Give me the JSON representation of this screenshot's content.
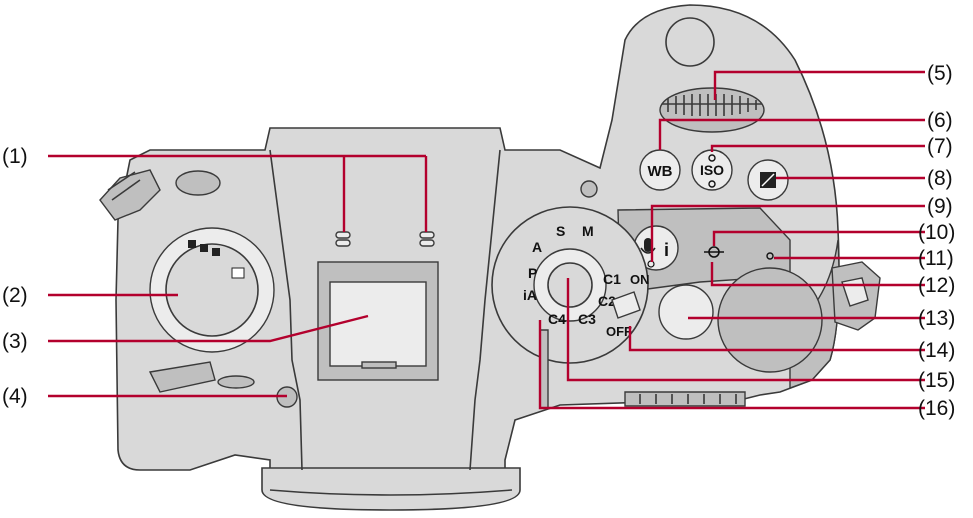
{
  "callouts": {
    "c1": "(1)",
    "c2": "(2)",
    "c3": "(3)",
    "c4": "(4)",
    "c5": "(5)",
    "c6": "(6)",
    "c7": "(7)",
    "c8": "(8)",
    "c9": "(9)",
    "c10": "(10)",
    "c11": "(11)",
    "c12": "(12)",
    "c13": "(13)",
    "c14": "(14)",
    "c15": "(15)",
    "c16": "(16)"
  },
  "buttons": {
    "wb": "WB",
    "iso": "ISO",
    "mic_i": "i"
  },
  "mode_dial": {
    "labels": [
      "P",
      "A",
      "S",
      "M",
      "C1",
      "C2",
      "C3",
      "C4",
      "iA"
    ]
  },
  "power_switch": {
    "on": "ON",
    "off": "OFF"
  },
  "colors": {
    "leader_line": "#b3002d",
    "camera_body": "#d9d9d9",
    "outline": "#3a3a3a"
  }
}
